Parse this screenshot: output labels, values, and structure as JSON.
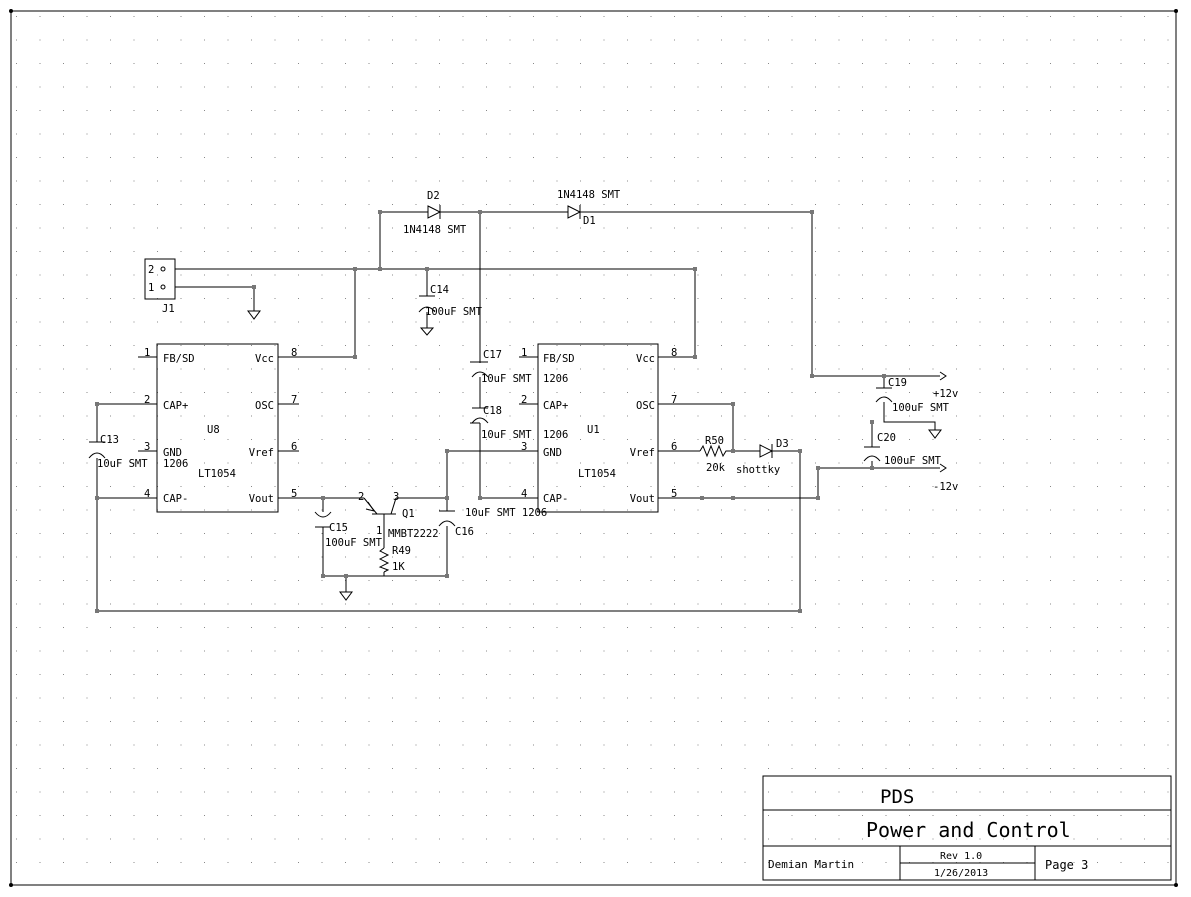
{
  "title_block": {
    "project": "PDS",
    "title": "Power and Control",
    "author": "Demian Martin",
    "rev": "Rev 1.0",
    "date": "1/26/2013",
    "page": "Page 3"
  },
  "connector": {
    "ref": "J1",
    "pins": [
      "2",
      "1"
    ]
  },
  "ics": [
    {
      "ref": "U8",
      "part": "LT1054",
      "pins_left": [
        {
          "num": "1",
          "name": "FB/SD"
        },
        {
          "num": "2",
          "name": "CAP+"
        },
        {
          "num": "3",
          "name": "GND"
        },
        {
          "num": "4",
          "name": "CAP-"
        }
      ],
      "pins_right": [
        {
          "num": "8",
          "name": "Vcc"
        },
        {
          "num": "7",
          "name": "OSC"
        },
        {
          "num": "6",
          "name": "Vref"
        },
        {
          "num": "5",
          "name": "Vout"
        }
      ]
    },
    {
      "ref": "U1",
      "part": "LT1054",
      "pins_left": [
        {
          "num": "1",
          "name": "FB/SD"
        },
        {
          "num": "2",
          "name": "CAP+"
        },
        {
          "num": "3",
          "name": "GND"
        },
        {
          "num": "4",
          "name": "CAP-"
        }
      ],
      "pins_right": [
        {
          "num": "8",
          "name": "Vcc"
        },
        {
          "num": "7",
          "name": "OSC"
        },
        {
          "num": "6",
          "name": "Vref"
        },
        {
          "num": "5",
          "name": "Vout"
        }
      ]
    }
  ],
  "components": {
    "d2": {
      "ref": "D2",
      "value": "1N4148 SMT"
    },
    "d1": {
      "ref": "D1",
      "value": "1N4148 SMT"
    },
    "d3": {
      "ref": "D3",
      "value": "shottky"
    },
    "c14": {
      "ref": "C14",
      "value": "100uF SMT"
    },
    "c13": {
      "ref": "C13",
      "value": "10uF SMT",
      "pkg": "1206"
    },
    "c17": {
      "ref": "C17",
      "value": "10uF SMT",
      "pkg": "1206"
    },
    "c18": {
      "ref": "C18",
      "value": "10uF SMT",
      "pkg": "1206"
    },
    "c15": {
      "ref": "C15",
      "value": "100uF SMT"
    },
    "c16": {
      "ref": "C16",
      "value": "10uF SMT 1206"
    },
    "c19": {
      "ref": "C19",
      "value": "100uF SMT"
    },
    "c20": {
      "ref": "C20",
      "value": "100uF SMT"
    },
    "q1": {
      "ref": "Q1",
      "value": "MMBT2222",
      "pins": [
        "1",
        "2",
        "3"
      ]
    },
    "r49": {
      "ref": "R49",
      "value": "1K"
    },
    "r50": {
      "ref": "R50",
      "value": "20k"
    }
  },
  "net_labels": {
    "pos": "+12v",
    "neg": "-12v"
  }
}
